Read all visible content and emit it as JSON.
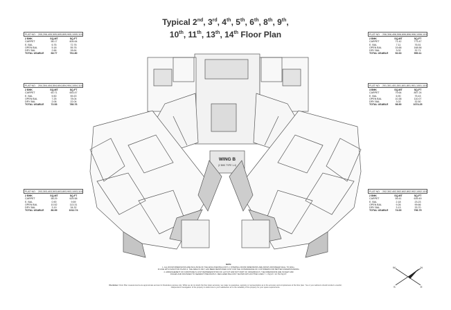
{
  "title": {
    "line1": [
      "Typical 2",
      "nd",
      ", 3",
      "rd",
      ", 4",
      "th",
      ", 5",
      "th",
      ", 6",
      "th",
      ", 8",
      "th",
      ", 9",
      "th",
      ","
    ],
    "line2": [
      "10",
      "th",
      ", 11",
      "th",
      ", 13",
      "th",
      ", 14",
      "th",
      " Floor Plan"
    ]
  },
  "wing_label": "WING B",
  "wing_sublabel": "(2 BHK TYPE 1-4)",
  "tables": {
    "tl": {
      "header": "FLAT NO. - 205,206,405,505,605,805,905,1005,1105,1305,1405",
      "cols": [
        "2 BHK",
        "SQ.MT",
        "SQ.FT"
      ],
      "rows": [
        [
          "CARPET",
          "56.17",
          "604.64"
        ],
        [
          "E. BAL",
          "6.76",
          "72.76"
        ],
        [
          "OPEN BAL",
          "5.18",
          "55.76"
        ],
        [
          "DRY BAL",
          "2.66",
          "28.64"
        ]
      ],
      "total": [
        "TOTAL USABLE",
        "68.77",
        "761.80"
      ]
    },
    "ml": {
      "header": "FLAT NO. - 204,304,404,504,604,804,904,1004,1104,1304,1404",
      "cols": [
        "2 BHK",
        "SQ.MT",
        "SQ.FT"
      ],
      "rows": [
        [
          "CARPET",
          "60.71",
          "653.47"
        ],
        [
          "E. BAL",
          "5.50",
          "59.20"
        ],
        [
          "OPEN BAL",
          "7.25",
          "78.04"
        ],
        [
          "DRY BAL",
          "2.06",
          "22.04"
        ]
      ],
      "total": [
        "TOTAL USABLE",
        "72.53",
        "780.76"
      ]
    },
    "bl": {
      "header": "FLAT NO. - 203,303,403,503,603,803,903,1003,1103,1303,1403",
      "cols": [
        "2 BHK",
        "SQ.MT",
        "SQ.FT"
      ],
      "rows": [
        [
          "CARPET",
          "58.29",
          "625.58"
        ],
        [
          "E. BAL",
          "0.90",
          "9.69"
        ],
        [
          "OPEN BAL",
          "10.52",
          "113.31"
        ],
        [
          "DRY BAL",
          "3.19",
          "34.32"
        ]
      ],
      "total": [
        "TOTAL USABLE",
        "86.99",
        "1012.74"
      ]
    },
    "tr": {
      "header": "FLAT NO. - 206,306,406,506,606,806,906,1006,1106,1306,1406",
      "cols": [
        "2 BHK",
        "SQ.MT",
        "SQ.FT"
      ],
      "rows": [
        [
          "CARPET",
          "71.42",
          "773.47"
        ],
        [
          "E. BAL",
          "7.11",
          "76.51"
        ],
        [
          "OPEN BAL",
          "15.66",
          "168.56"
        ],
        [
          "DRY BAL",
          "3.02",
          "32.71"
        ]
      ],
      "total": [
        "TOTAL USABLE",
        "92.63",
        "990.11"
      ]
    },
    "mr": {
      "header": "FLAT NO. - 201,301,401,501,601,801,901,1001,1101,1301,1401",
      "cols": [
        "3 BHK",
        "SQ.MT",
        "SQ.FT"
      ],
      "rows": [
        [
          "CARPET",
          "79.64",
          "857.24"
        ],
        [
          "E. BAL",
          "6.90",
          "75.43"
        ],
        [
          "OPEN BAL",
          "10.38",
          "110.07"
        ],
        [
          "DRY BAL",
          "3.02",
          "32.50"
        ]
      ],
      "total": [
        "TOTAL USABLE",
        "98.90",
        "1074.25"
      ]
    },
    "br": {
      "header": "FLAT NO. - 202,302,402,502,602,802,902,1002,1102,1302,1402",
      "cols": [
        "2 BHK",
        "SQ.MT",
        "SQ.FT"
      ],
      "rows": [
        [
          "CARPET",
          "59.41",
          "639.49"
        ],
        [
          "E. BAL",
          "2.18",
          "23.23"
        ],
        [
          "OPEN BAL",
          "9.26",
          "99.66"
        ],
        [
          "DRY BAL",
          "3.13",
          "33.70"
        ]
      ],
      "total": [
        "TOTAL USABLE",
        "74.00",
        "796.79"
      ]
    }
  },
  "notes": {
    "heading": "NOTE:",
    "line1": "1. ALL ROOM DIMENSIONS ARE INCLUSIVE OF THE ENCLOSED BALCONY  2. INTERNAL ROOM DIMENSIONS ARE FROM UNFINISHED WALL TO WALL.",
    "line2": "IN LINE WITH SANCTION PLANS  3. THE AREA IS DILT, HAS BEEN MENTIONED JUST FOR THE CONVENIENCE OF CUSTOMERS FOR BETTER UNDERSTANDING.",
    "line3": "4. ARRANGEMENT OF FURNITURE IS JUST REPRESENTATION OF LAYOUT AND NOT PART OF OFFERINGS  5. THE DIMENSIONS ARE IN FEET AND",
    "line4": "INCHES AND ROUNDED TO NEAREST PRECISION  6. DECLARED BALCONY SHOWN WITH DOTTED LINES  7. 1 SQ.M = 10.764 SQ.FT."
  },
  "disclaimer": {
    "label": "Disclaimer:",
    "line1": "Floor Plan measurements are approximate and are for illustrative purpose only. While we do not doubt the floor plans accuracy, we make no guarantee, warranty or representation as to the accuracy and completeness of the floor plan. You or your advisors should conduct a careful,",
    "line2": "independent investigation of the property to determine to your satisfaction as to the suitability of the property for your space requirements."
  },
  "compass": {
    "north": "N",
    "south": "S",
    "east": "E",
    "west": "W"
  }
}
